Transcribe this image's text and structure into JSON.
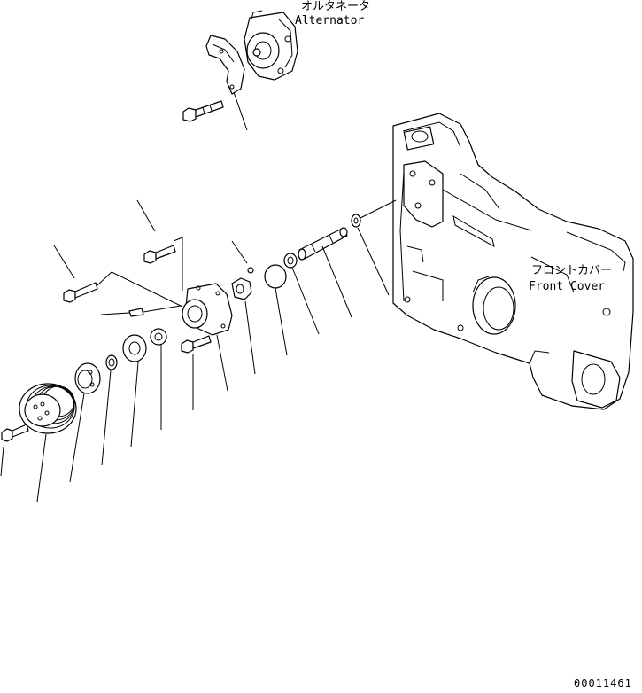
{
  "labels": {
    "alternator_jp": "オルタネータ",
    "alternator_en": "Alternator",
    "front_cover_jp": "フロントカバー",
    "front_cover_en": "Front Cover"
  },
  "drawing_number": "00011461"
}
